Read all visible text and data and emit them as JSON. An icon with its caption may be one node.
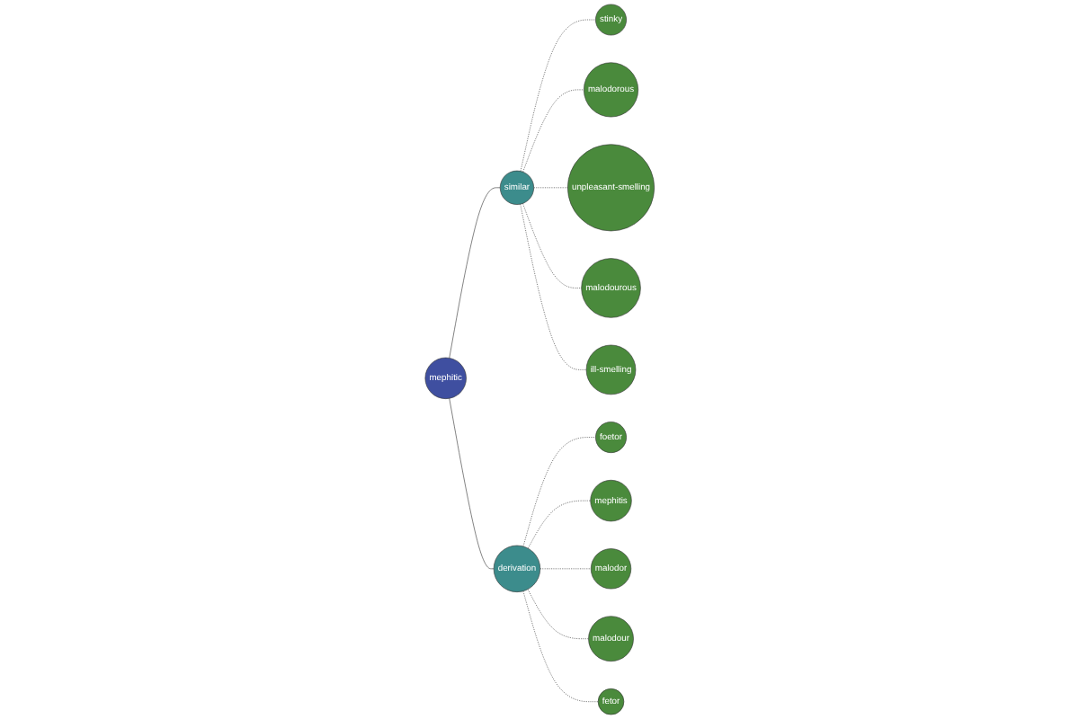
{
  "diagram": {
    "nodes": [
      {
        "text": [
          "mephitic"
        ]
      },
      {
        "text": [
          "similar"
        ]
      },
      {
        "text": [
          "stinky"
        ]
      },
      {
        "text": [
          "malodorous"
        ]
      },
      {
        "text": [
          "unpleasant-smelling"
        ]
      },
      {
        "text": [
          "malodourous"
        ]
      },
      {
        "text": [
          "ill-smelling"
        ]
      },
      {
        "text": [
          "derivation"
        ]
      },
      {
        "text": [
          "foetor"
        ]
      },
      {
        "text": [
          "mephitis"
        ]
      },
      {
        "text": [
          "malodor"
        ]
      },
      {
        "text": [
          "malodour"
        ]
      },
      {
        "text": [
          "fetor"
        ]
      }
    ],
    "edges": [
      {
        "from": 0,
        "to": 1,
        "arrow": "none"
      },
      {
        "from": 0,
        "to": 7,
        "arrow": "none"
      },
      {
        "from": 1,
        "to": 2,
        "arrow": "none",
        "style": "dashed"
      },
      {
        "from": 1,
        "to": 3,
        "arrow": "none",
        "style": "dashed"
      },
      {
        "from": 1,
        "to": 4,
        "arrow": "none",
        "style": "dashed"
      },
      {
        "from": 1,
        "to": 5,
        "arrow": "none",
        "style": "dashed"
      },
      {
        "from": 1,
        "to": 6,
        "arrow": "none",
        "style": "dashed"
      },
      {
        "from": 7,
        "to": 8,
        "arrow": "none",
        "style": "dashed"
      },
      {
        "from": 7,
        "to": 9,
        "arrow": "none",
        "style": "dashed"
      },
      {
        "from": 7,
        "to": 10,
        "arrow": "none",
        "style": "dashed"
      },
      {
        "from": 7,
        "to": 11,
        "arrow": "none",
        "style": "dashed"
      },
      {
        "from": 7,
        "to": 12,
        "arrow": "none",
        "style": "dashed"
      }
    ]
  }
}
